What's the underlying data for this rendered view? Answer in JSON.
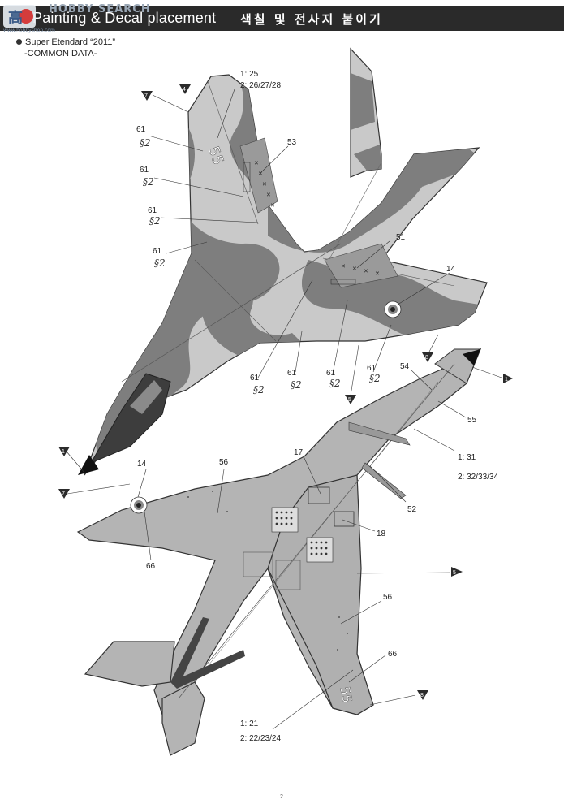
{
  "watermark": {
    "site": "HOBBY SEARCH",
    "logo_text": "高",
    "url": "www.hobbyshop.com"
  },
  "header": {
    "title": "Painting & Decal placement",
    "title_kr": "색칠 및 전사지 붙이기"
  },
  "subtitle": {
    "line1": "Super Etendard “2011”",
    "line2": "-COMMON DATA-"
  },
  "callouts_top": {
    "c1_25": "1: 25",
    "c2_26": "2: 26/27/28",
    "d53": "53",
    "d51": "51",
    "d14a": "14",
    "d61a": "61",
    "d61b": "61",
    "d61c": "61",
    "d61d": "61",
    "d61e": "61",
    "d61f": "61",
    "d61g": "61",
    "d61h": "61",
    "hand": "§2",
    "m7": "7",
    "m4": "4",
    "m8": "8",
    "m5": "5",
    "m1": "1"
  },
  "callouts_bottom": {
    "d54": "54",
    "d55": "55",
    "c1_31": "1: 31",
    "c2_32": "2: 32/33/34",
    "d52": "52",
    "d17": "17",
    "d18": "18",
    "d14b": "14",
    "d56a": "56",
    "d56b": "56",
    "d66a": "66",
    "d66b": "66",
    "c1_21": "1: 21",
    "c2_22": "2: 22/23/24",
    "m1": "1",
    "m7": "7",
    "m5": "5",
    "m8": "8",
    "fin_num": "55"
  },
  "page_number": "2",
  "colors": {
    "header": "#2a2a2a",
    "camo_dark": "#7e7e7e",
    "camo_light": "#c9c9c9",
    "underside": "#b4b4b4",
    "marker": "#2b2b2b"
  }
}
